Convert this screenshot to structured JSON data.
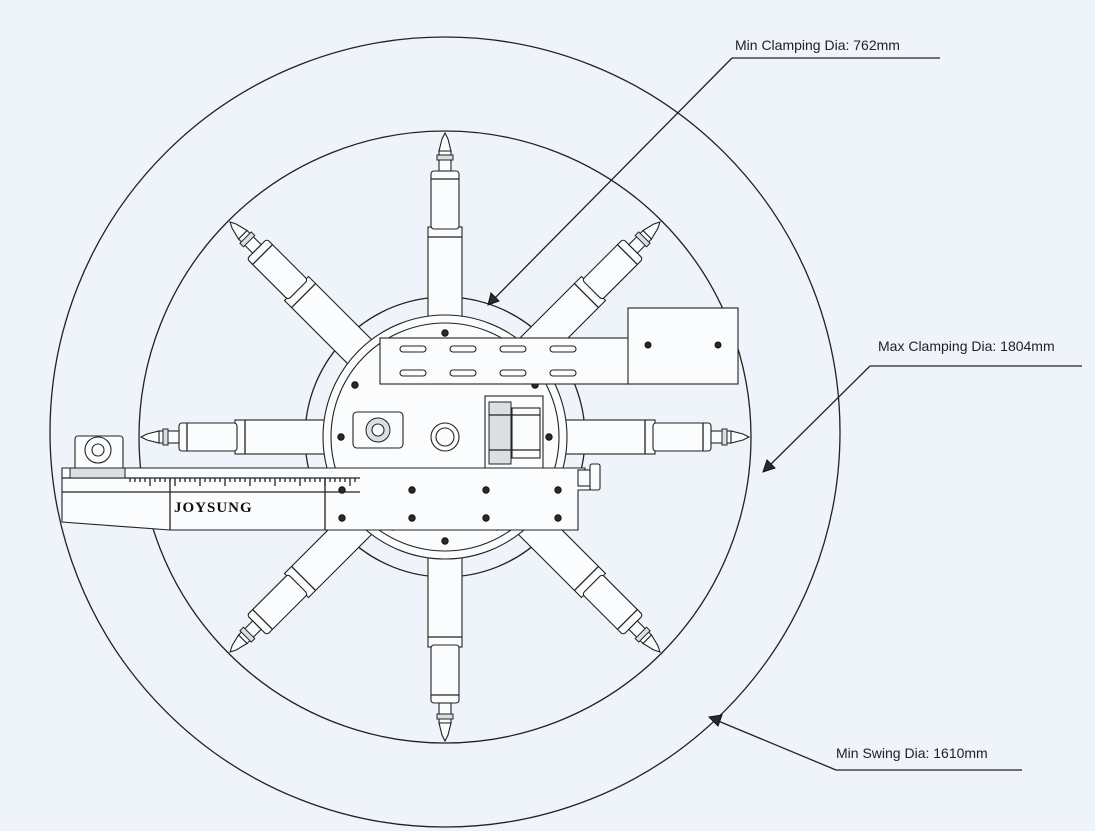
{
  "annotations": {
    "min_clamping": "Min Clamping Dia: 762mm",
    "max_clamping": "Max Clamping Dia: 1804mm",
    "min_swing": "Min Swing Dia: 1610mm"
  },
  "brand": "JOYSUNG",
  "colors": {
    "background": "#eef4f9",
    "line": "#222222"
  }
}
